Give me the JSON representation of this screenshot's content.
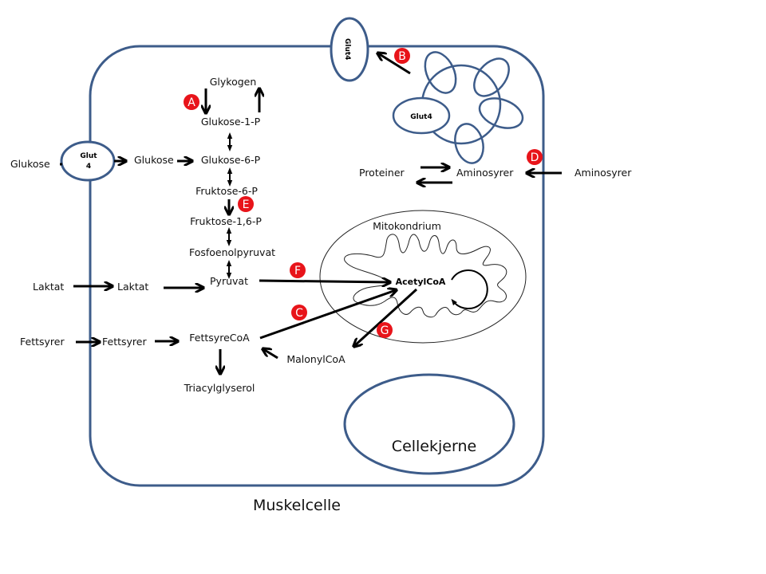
{
  "title": "Muskelcelle",
  "nucleus": "Cellekjerne",
  "mitochondrion": "Mitokondrium",
  "transporter": {
    "membrane": "Glut4",
    "vesicle": "Glut4",
    "glut_line1": "Glut",
    "glut_line2": "4"
  },
  "labels": {
    "glucose_out": "Glukose",
    "glucose_in": "Glukose",
    "glycogen": "Glykogen",
    "g1p": "Glukose-1-P",
    "g6p": "Glukose-6-P",
    "f6p": "Fruktose-6-P",
    "f16p": "Fruktose-1,6-P",
    "pep": "Fosfoenolpyruvat",
    "pyruvate": "Pyruvat",
    "lactate_out": "Laktat",
    "lactate_in": "Laktat",
    "fa_out": "Fettsyrer",
    "fa_in": "Fettsyrer",
    "facoa": "FettsyreCoA",
    "tag": "Triacylglyserol",
    "malonylcoa": "MalonylCoA",
    "acetylcoa": "AcetylCoA",
    "proteins": "Proteiner",
    "aa_in": "Aminosyrer",
    "aa_out": "Aminosyrer"
  },
  "badges": {
    "A": "A",
    "B": "B",
    "C": "C",
    "D": "D",
    "E": "E",
    "F": "F",
    "G": "G"
  },
  "colors": {
    "membrane": "#3d5c8a",
    "badge": "#e8141a"
  }
}
